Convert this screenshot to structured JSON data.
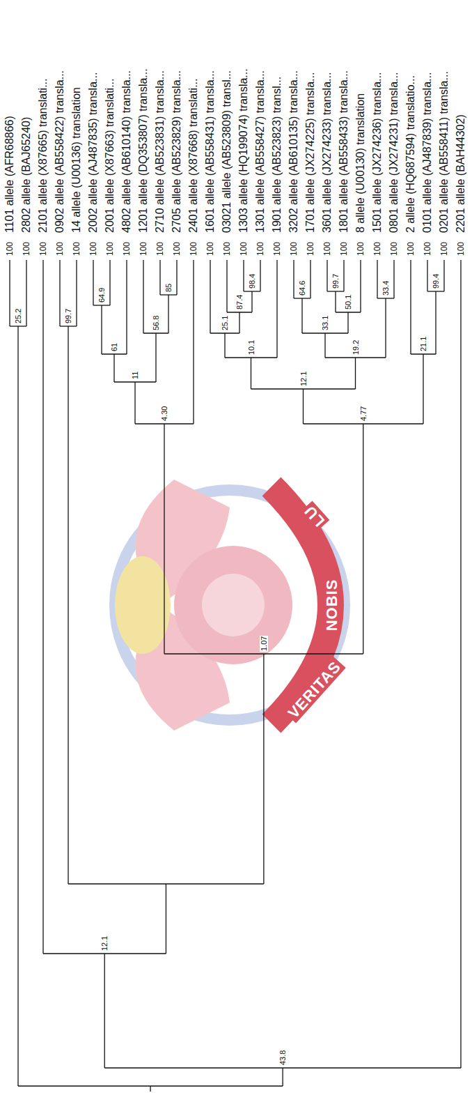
{
  "diagram": {
    "labels": [
      "1101 allele (AFR68866)",
      "2802 allele (BAJ65240)",
      "2101 allele (X87665) translati...",
      "0902 allele (AB558422) transla...",
      "14 allele (U00136) translation",
      "2002 allele (AJ487835) transla...",
      "2001 allele (X87663) translati...",
      "4802 allele (AB610140) transla...",
      "1201 allele (DQ353807) transla...",
      "2710 allele (AB523831) transla...",
      "2705 allele (AB523829) transla...",
      "2401 allele (X87668) translati...",
      "1601 allele (AB558431) transla...",
      "03021 allele (AB523809) transl...",
      "1303 allele (HQ199074) transla...",
      "1301 allele (AB558427) transla...",
      "1901 allele (AB523823) transl...",
      "3202 allele (AB610135) transla...",
      "1701 allele (JX274225) transla...",
      "3601 allele (JX274233) transla...",
      "1801 allele (AB558433) transla...",
      "8 allele (U00130) translation",
      "1501 allele (JX274236) transla...",
      "0801 allele (JX274231) transla...",
      "2 allele (HQ687594) translatio...",
      "0101 allele (AJ487839) transla...",
      "0201 allele (AB558411) transla...",
      "2201 allele (BAH44302)",
      "100",
      "100",
      "100",
      "100",
      "100",
      "100",
      "100",
      "100",
      "100",
      "100",
      "100",
      "100",
      "100",
      "100",
      "100",
      "100",
      "100",
      "100",
      "100",
      "100",
      "100",
      "100",
      "100",
      "100",
      "100",
      "100",
      "100",
      "100",
      "25.2",
      "43.8",
      "12.1",
      "99.7",
      "1.07",
      "4.30",
      "11",
      "61",
      "64.9",
      "56.8",
      "85",
      "4.77",
      "12.1",
      "10.1",
      "25.1",
      "87.4",
      "98.4",
      "19.2",
      "64.6",
      "99.7",
      "50.1",
      "33.1",
      "33.4",
      "21.1",
      "99.4",
      "VERITAS",
      "NOBIS",
      "LU"
    ]
  }
}
